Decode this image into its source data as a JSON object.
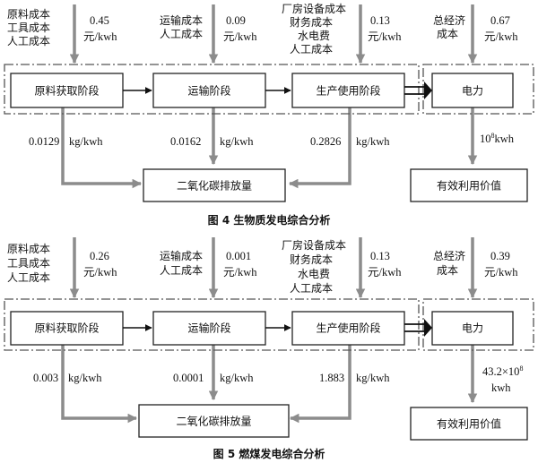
{
  "diagrams": [
    {
      "caption": "图 4   生物质发电综合分析",
      "cost_groups": [
        {
          "lines": [
            "原料成本",
            "工具成本",
            "人工成本"
          ],
          "value": "0.45",
          "unit": "元/kwh"
        },
        {
          "lines": [
            "运输成本",
            "人工成本"
          ],
          "value": "0.09",
          "unit": "元/kwh"
        },
        {
          "lines": [
            "厂房设备成本",
            "财务成本",
            "水电费",
            "人工成本"
          ],
          "value": "0.13",
          "unit": "元/kwh"
        },
        {
          "lines": [
            "总经济",
            "成本"
          ],
          "value": "0.67",
          "unit": "元/kwh"
        }
      ],
      "stages": [
        "原料获取阶段",
        "运输阶段",
        "生产使用阶段"
      ],
      "output_box": "电力",
      "emissions": [
        {
          "value": "0.0129",
          "unit": "kg/kwh"
        },
        {
          "value": "0.0162",
          "unit": "kg/kwh"
        },
        {
          "value": "0.2826",
          "unit": "kg/kwh"
        }
      ],
      "emission_box": "二氧化碳排放量",
      "power_amount": {
        "value": "10",
        "sup": "8",
        "unit": "kwh"
      },
      "value_box": "有效利用价值"
    },
    {
      "caption": "图 5   燃煤发电综合分析",
      "cost_groups": [
        {
          "lines": [
            "原料成本",
            "工具成本",
            "人工成本"
          ],
          "value": "0.26",
          "unit": "元/kwh"
        },
        {
          "lines": [
            "运输成本",
            "人工成本"
          ],
          "value": "0.001",
          "unit": "元/kwh"
        },
        {
          "lines": [
            "厂房设备成本",
            "财务成本",
            "水电费",
            "人工成本"
          ],
          "value": "0.13",
          "unit": "元/kwh"
        },
        {
          "lines": [
            "总经济",
            "成本"
          ],
          "value": "0.39",
          "unit": "元/kwh"
        }
      ],
      "stages": [
        "原料获取阶段",
        "运输阶段",
        "生产使用阶段"
      ],
      "output_box": "电力",
      "emissions": [
        {
          "value": "0.003",
          "unit": "kg/kwh"
        },
        {
          "value": "0.0001",
          "unit": "kg/kwh"
        },
        {
          "value": "1.883",
          "unit": "kg/kwh"
        }
      ],
      "emission_box": "二氧化碳排放量",
      "power_amount": {
        "value": "43.2×10",
        "sup": "8",
        "unit": "kwh"
      },
      "value_box": "有效利用价值"
    }
  ]
}
